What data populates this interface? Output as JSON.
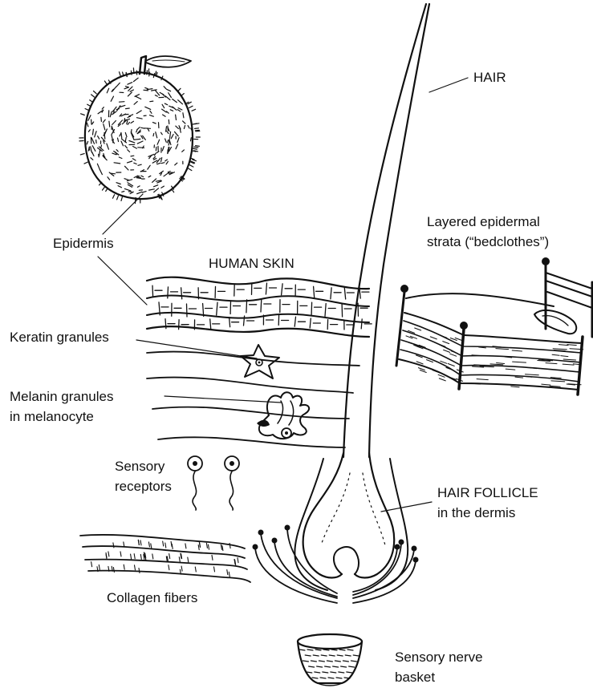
{
  "labels": {
    "hair": "HAIR",
    "epidermis": "Epidermis",
    "layered_line1": "Layered epidermal",
    "layered_line2": "strata (“bedclothes”)",
    "human_skin": "HUMAN SKIN",
    "keratin": "Keratin granules",
    "melanin_line1": "Melanin granules",
    "melanin_line2": "in melanocyte",
    "sensory_receptors_line1": "Sensory",
    "sensory_receptors_line2": "receptors",
    "follicle_line1": "HAIR FOLLICLE",
    "follicle_line2": "in the dermis",
    "collagen": "Collagen fibers",
    "basket_line1": "Sensory nerve",
    "basket_line2": "basket"
  },
  "colors": {
    "ink": "#111111",
    "background": "#ffffff"
  }
}
